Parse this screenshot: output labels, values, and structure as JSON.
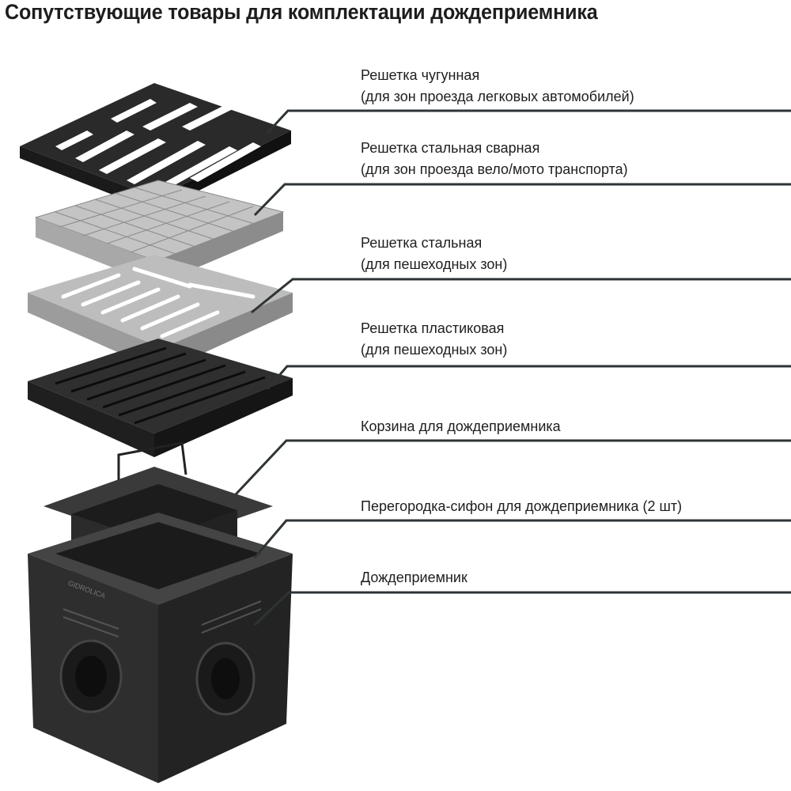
{
  "title": "Сопутствующие товары для комплектации дождеприемника",
  "callouts": [
    {
      "name": "Решетка чугунная",
      "note": "(для зон проезда легковых автомобилей)"
    },
    {
      "name": "Решетка стальная сварная",
      "note": "(для зон проезда вело/мото транспорта)"
    },
    {
      "name": "Решетка стальная",
      "note": "(для пешеходных зон)"
    },
    {
      "name": "Решетка пластиковая",
      "note": "(для пешеходных зон)"
    },
    {
      "name": "Корзина для дождеприемника"
    },
    {
      "name": "Перегородка-сифон для дождеприемника (2 шт)"
    },
    {
      "name": "Дождеприемник"
    }
  ],
  "brand_marking": "GIDROLICA",
  "colors": {
    "leader": "#2e3336",
    "cast_iron": "#2a2a2a",
    "steel": "#b9b9b9",
    "plastic": "#333333"
  }
}
